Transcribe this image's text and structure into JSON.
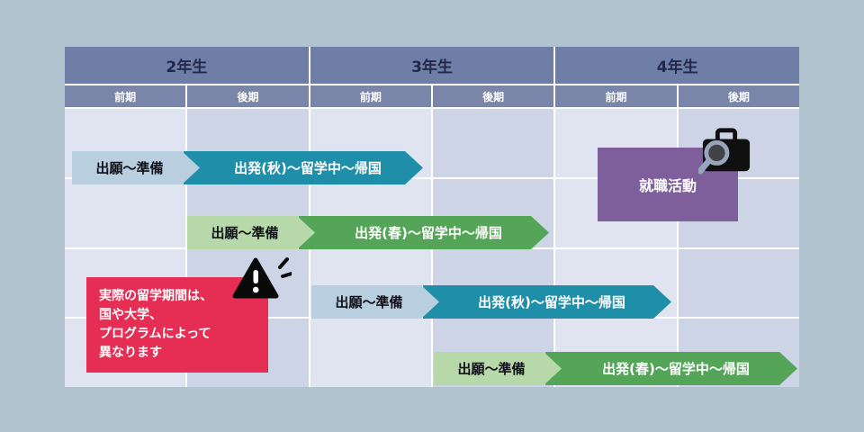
{
  "colors": {
    "background": "#b0c3cf",
    "header_year": "#6f7ea7",
    "header_semester": "#7a86a9",
    "cell_light": "#dfe4f0",
    "cell_dark": "#ccd4e6",
    "prep_blue": "#b9cede",
    "prep_green": "#b7d9aa",
    "depart_teal": "#1f8ea8",
    "depart_green": "#55a559",
    "job_purple": "#7e5f9b",
    "note_red": "#e62d53"
  },
  "header": {
    "years": [
      "2年生",
      "3年生",
      "4年生"
    ],
    "semesters": [
      "前期",
      "後期",
      "前期",
      "後期",
      "前期",
      "後期"
    ]
  },
  "timeline": {
    "rows": [
      {
        "prep": "出願〜準備",
        "departure": "出発(秋)〜留学中〜帰国",
        "departure_color": "teal",
        "start": "2年生前期"
      },
      {
        "prep": "出願〜準備",
        "departure": "出発(春)〜留学中〜帰国",
        "departure_color": "green",
        "start": "2年生後期"
      },
      {
        "prep": "出願〜準備",
        "departure": "出発(秋)〜留学中〜帰国",
        "departure_color": "teal",
        "start": "3年生前期"
      },
      {
        "prep": "出願〜準備",
        "departure": "出発(春)〜留学中〜帰国",
        "departure_color": "green",
        "start": "3年生後期"
      }
    ]
  },
  "job_hunting": {
    "label": "就職活動",
    "icon": "briefcase-search-icon"
  },
  "note": {
    "lines": [
      "実際の留学期間は、",
      "国や大学、",
      "プログラムによって",
      "異なります"
    ],
    "icon": "warning-icon"
  }
}
